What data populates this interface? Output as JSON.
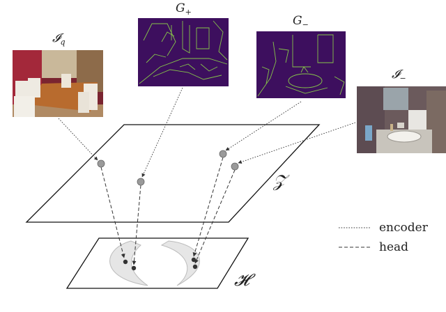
{
  "labels": {
    "query_image": "𝓘",
    "query_image_sub": "q",
    "edge_pos": "G",
    "edge_pos_sub": "+",
    "edge_neg": "G",
    "edge_neg_sub": "−",
    "neg_image": "𝓘",
    "neg_image_sub": "−",
    "latent_space": "𝒵",
    "head_space": "𝓗"
  },
  "legend": {
    "encoder": "encoder",
    "head": "head"
  },
  "colors": {
    "edge_background": "#3d0f5e",
    "edge_lines": "#86c54a",
    "latent_point": "#9a9a9a",
    "head_point": "#333333",
    "cluster_fill": "#e6e6e6"
  },
  "images": {
    "query": "dining-room-photo",
    "edge_pos": "edge-map-dining-room",
    "edge_neg": "edge-map-bathroom",
    "negative": "bathroom-photo"
  }
}
